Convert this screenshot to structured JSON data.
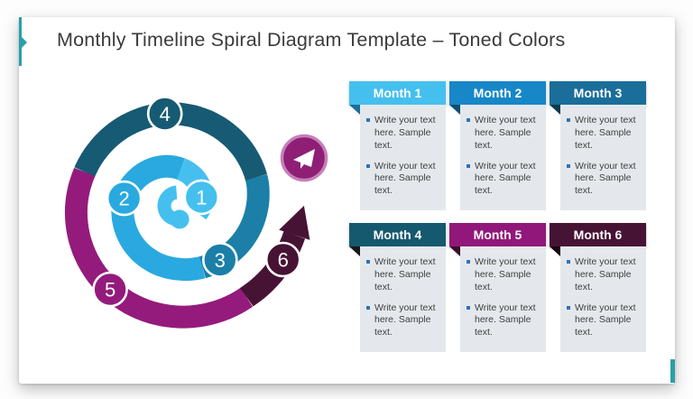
{
  "page": {
    "title_text": "Monthly Timeline Spiral Diagram Template – Toned Colors",
    "accent_color": "#29A0A8"
  },
  "diagram": {
    "type": "spiral-timeline",
    "direction": "counterclockwise-outward",
    "center_comma_color": "#45C0EE",
    "arrow_color": "#471335",
    "send_badge": {
      "icon": "paper-plane-icon",
      "fill": "#8E1F75",
      "ring": "#C77FB8",
      "glyph_color": "#FFFFFF"
    },
    "segments": [
      {
        "from_deg": -20,
        "to_deg": 85,
        "color": "#45C0EE"
      },
      {
        "from_deg": 85,
        "to_deg": 292,
        "color": "#29A9E0"
      },
      {
        "from_deg": 292,
        "to_deg": 380,
        "color": "#1B7FA8"
      },
      {
        "from_deg": 380,
        "to_deg": 520,
        "color": "#165A73"
      },
      {
        "from_deg": 520,
        "to_deg": 667,
        "color": "#941B7C"
      },
      {
        "from_deg": 667,
        "to_deg": 706,
        "color": "#471335"
      }
    ],
    "nodes": [
      {
        "label": "1",
        "theta_deg": 20,
        "color": "#45C0EE"
      },
      {
        "label": "2",
        "theta_deg": 172,
        "color": "#29A9E0"
      },
      {
        "label": "3",
        "theta_deg": 308,
        "color": "#1B7FA8"
      },
      {
        "label": "4",
        "theta_deg": 458,
        "color": "#165A73"
      },
      {
        "label": "5",
        "theta_deg": 591,
        "color": "#941B7C"
      },
      {
        "label": "6",
        "theta_deg": 693,
        "color": "#471335"
      }
    ]
  },
  "card_style": {
    "body_bg": "#E4E8EC",
    "bullet_color": "#2E74B5",
    "text_color": "#3F3F3F",
    "header_text_color": "#FFFFFF"
  },
  "months": [
    {
      "title": "Month 1",
      "header_color": "#45C0EE",
      "fold_color": "#1B6E9C",
      "bullets": [
        "Write your text here. Sample text.",
        "Write your text here. Sample text."
      ]
    },
    {
      "title": "Month 2",
      "header_color": "#1787C8",
      "fold_color": "#0F4E75",
      "bullets": [
        "Write your text here. Sample text.",
        "Write your text here. Sample text."
      ]
    },
    {
      "title": "Month 3",
      "header_color": "#1A6E99",
      "fold_color": "#0C3A52",
      "bullets": [
        "Write your text here. Sample text.",
        "Write your text here. Sample text."
      ]
    },
    {
      "title": "Month 4",
      "header_color": "#15596F",
      "fold_color": "#17191B",
      "bullets": [
        "Write your text here. Sample text.",
        "Write your text here. Sample text."
      ]
    },
    {
      "title": "Month 5",
      "header_color": "#91187A",
      "fold_color": "#3A0E2E",
      "bullets": [
        "Write your text here. Sample text.",
        "Write your text here. Sample text."
      ]
    },
    {
      "title": "Month 6",
      "header_color": "#471335",
      "fold_color": "#1C0514",
      "bullets": [
        "Write your text here. Sample text.",
        "Write your text here. Sample text."
      ]
    }
  ]
}
